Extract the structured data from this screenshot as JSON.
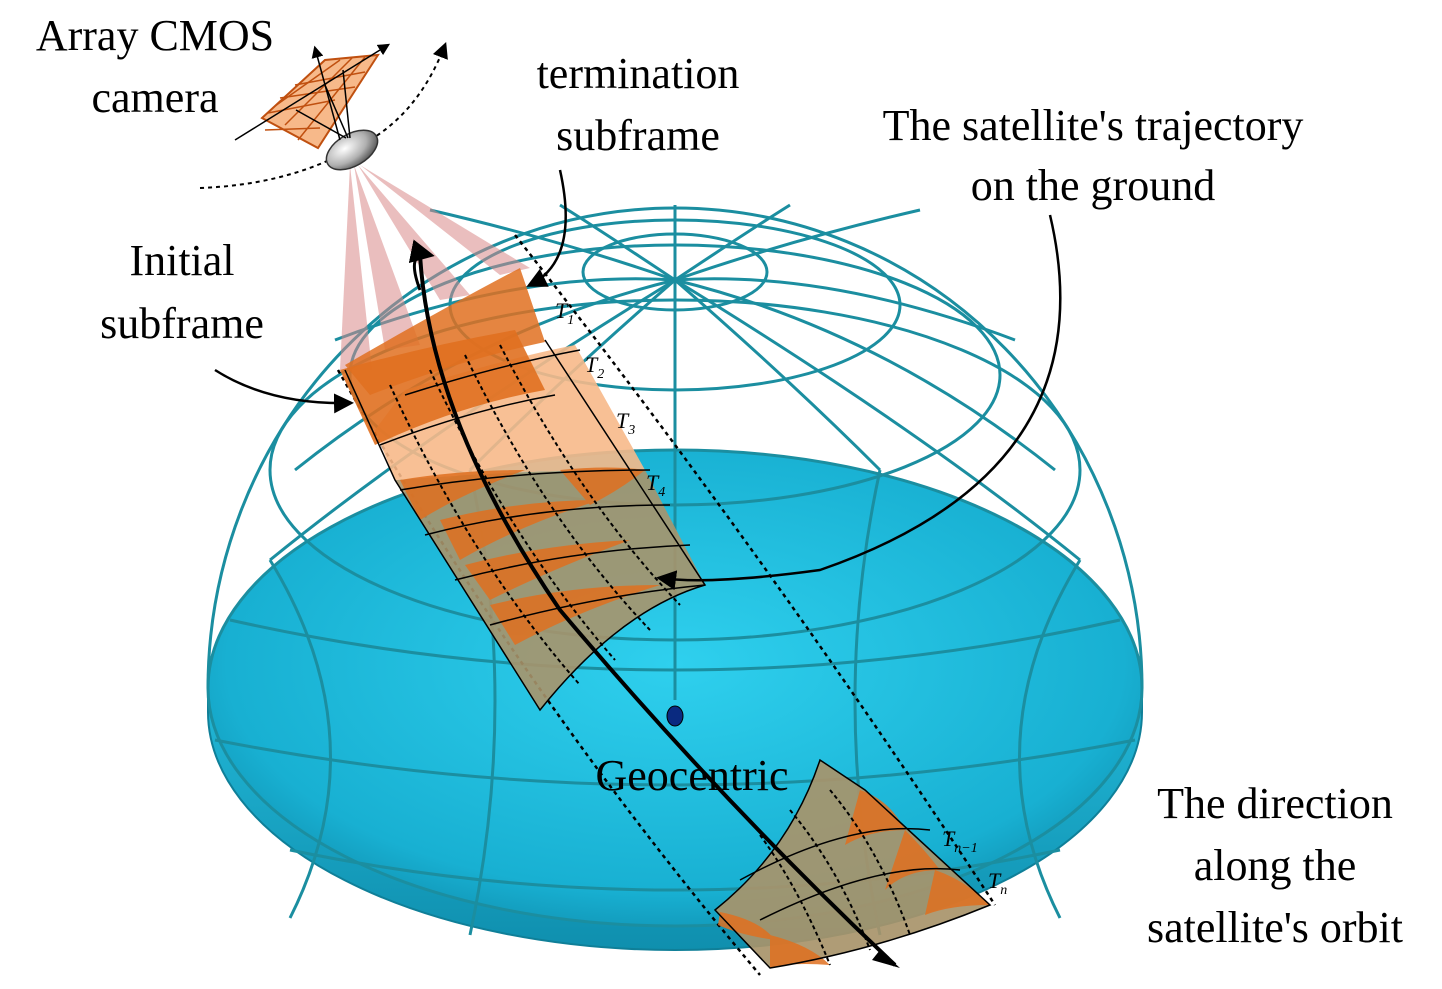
{
  "labels": {
    "camera_line1": "Array CMOS",
    "camera_line2": "camera",
    "termination_line1": "termination",
    "termination_line2": "subframe",
    "trajectory_line1": "The satellite's trajectory",
    "trajectory_line2": "on the ground",
    "initial_line1": "Initial",
    "initial_line2": "subframe",
    "geocentric": "Geocentric",
    "direction_line1": "The direction",
    "direction_line2": "along the",
    "direction_line3": "satellite's orbit"
  },
  "time_labels": [
    {
      "base": "T",
      "sub": "1"
    },
    {
      "base": "T",
      "sub": "2"
    },
    {
      "base": "T",
      "sub": "3"
    },
    {
      "base": "T",
      "sub": "4"
    },
    {
      "base": "T",
      "sub": "n−1"
    },
    {
      "base": "T",
      "sub": "n"
    }
  ],
  "colors": {
    "ocean": "#1bb3d3",
    "grid": "#1b8ea0",
    "subframe_dark": "#e07020",
    "subframe_light": "#f7b98a",
    "strip_land": "#a8946a",
    "beam": "#d98a8a"
  },
  "icons": {
    "satellite": "satellite-icon",
    "sensor_grid": "sensor-grid-icon",
    "geocenter": "geocenter-dot-icon"
  }
}
